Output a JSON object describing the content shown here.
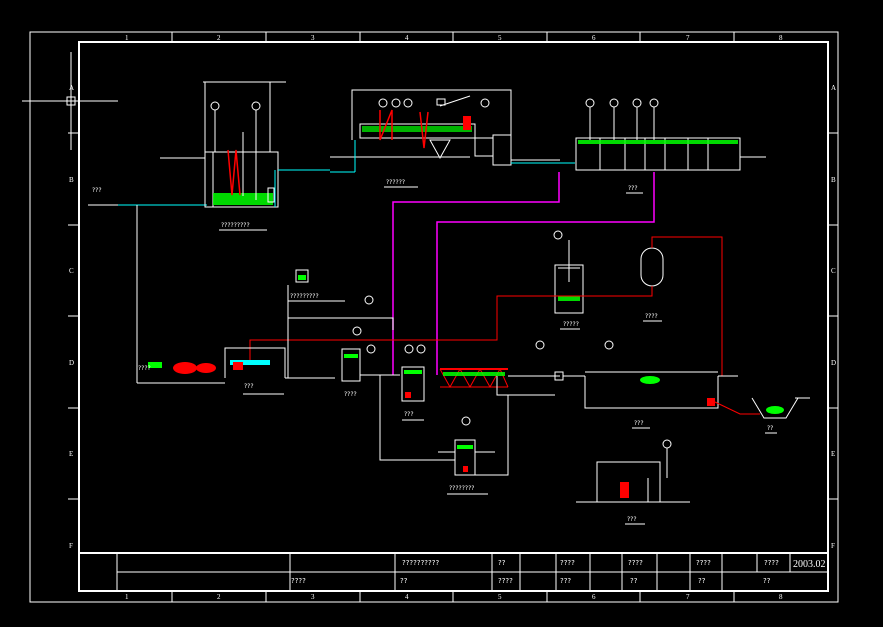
{
  "drawing": {
    "background": "#000000",
    "colors": {
      "frame": "#ffffff",
      "process_line": "#ffffff",
      "water_line": "#00ffff",
      "sludge_line": "#ff00ff",
      "air_line": "#ff0000",
      "equipment_fill": "#00ff00",
      "equipment_accent": "#ff0000"
    },
    "column_labels": [
      "1",
      "2",
      "3",
      "4",
      "5",
      "6",
      "7",
      "8"
    ],
    "row_labels": [
      "A",
      "B",
      "C",
      "D",
      "E",
      "F"
    ],
    "inlet_label": "???",
    "labels": {
      "screen": "?????????",
      "tank1": "??????",
      "bio": "???",
      "sludge1": "?????",
      "aerobic": "????",
      "pump": "?????????",
      "sludge2": "????",
      "d1": "???",
      "d2": "????",
      "d3": "???",
      "clarifier": "???",
      "outlet": "??",
      "e_tank": "????????",
      "f_tank": "???",
      "blower": "???"
    },
    "instruments": [
      "???",
      "???",
      "???",
      "???",
      "???",
      "???",
      "???",
      "???",
      "???",
      "???",
      "???",
      "???",
      "???",
      "???",
      "???",
      "???"
    ]
  },
  "title_block": {
    "drawing_name": "??????????",
    "cells": [
      "??",
      "????",
      "????",
      "????",
      "????",
      "????",
      "???",
      "??",
      "????",
      "??",
      "??",
      "??"
    ],
    "date": "2003.02"
  }
}
